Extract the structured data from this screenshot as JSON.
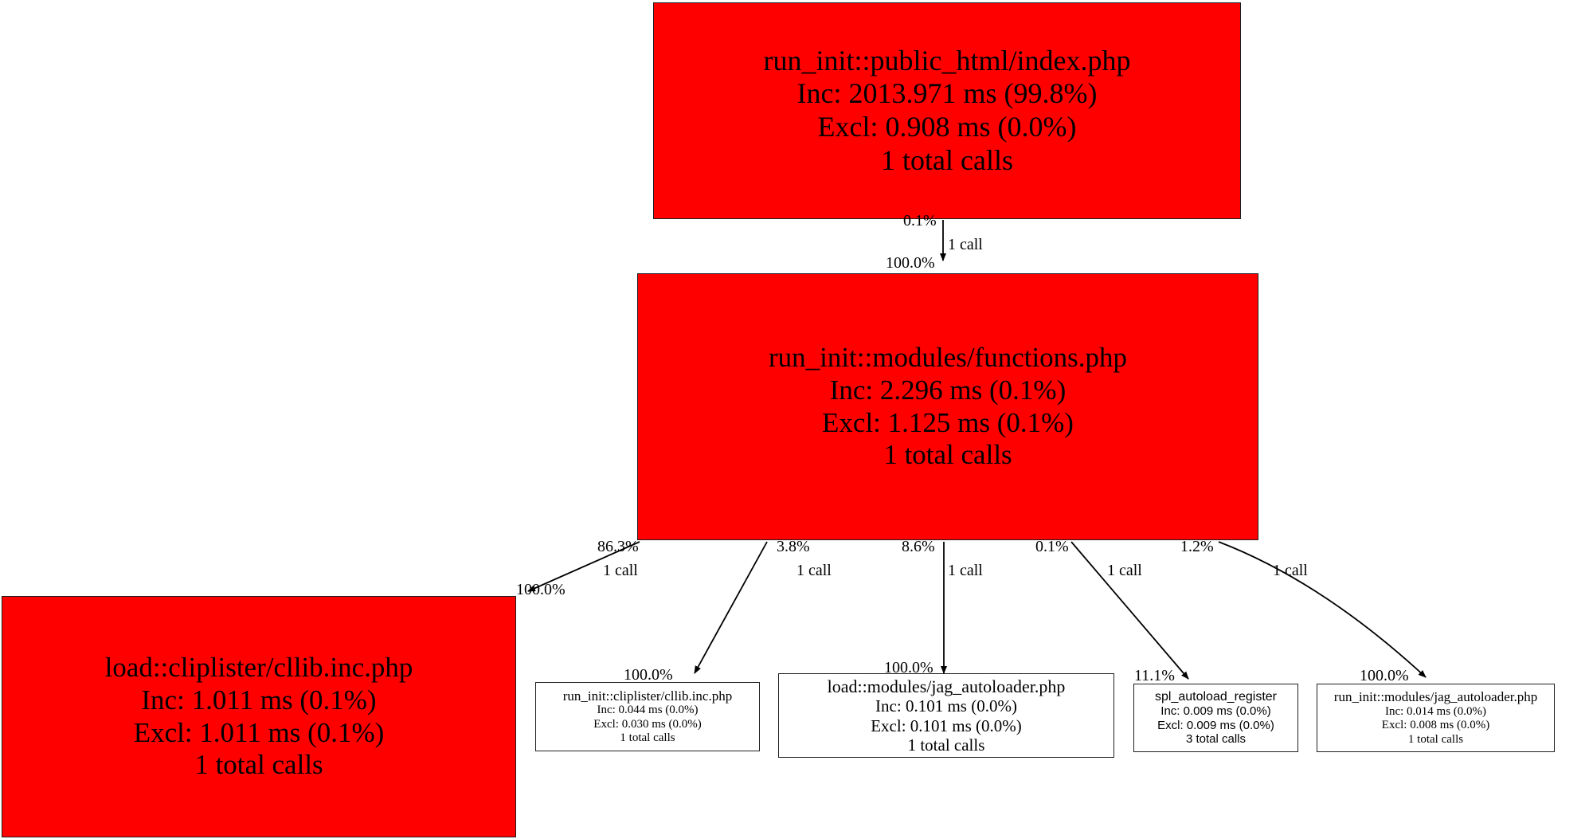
{
  "graph": {
    "type": "call-graph",
    "title": "PHP profiler call graph",
    "background": "#ffffff",
    "hot_node_color": "#ff0000",
    "cold_node_color": "#ffffff",
    "border_color": "#1f1f1f",
    "text_color": "#000000"
  },
  "nodes": [
    {
      "id": "index",
      "name": "run_init::public_html/index.php",
      "inc": "Inc: 2013.971 ms (99.8%)",
      "excl": "Excl: 0.908 ms (0.0%)",
      "calls": "1 total calls",
      "inc_ms": 2013.971,
      "inc_pct": 99.8,
      "excl_ms": 0.908,
      "excl_pct": 0.0,
      "total_calls": 1,
      "style": "hot"
    },
    {
      "id": "functions",
      "name": "run_init::modules/functions.php",
      "inc": "Inc: 2.296 ms (0.1%)",
      "excl": "Excl: 1.125 ms (0.1%)",
      "calls": "1 total calls",
      "inc_ms": 2.296,
      "inc_pct": 0.1,
      "excl_ms": 1.125,
      "excl_pct": 0.1,
      "total_calls": 1,
      "style": "hot"
    },
    {
      "id": "load_cllib",
      "name": "load::cliplister/cllib.inc.php",
      "inc": "Inc: 1.011 ms (0.1%)",
      "excl": "Excl: 1.011 ms (0.1%)",
      "calls": "1 total calls",
      "inc_ms": 1.011,
      "inc_pct": 0.1,
      "excl_ms": 1.011,
      "excl_pct": 0.1,
      "total_calls": 1,
      "style": "hot"
    },
    {
      "id": "runinit_cllib",
      "name": "run_init::cliplister/cllib.inc.php",
      "inc": "Inc: 0.044 ms (0.0%)",
      "excl": "Excl: 0.030 ms (0.0%)",
      "calls": "1 total calls",
      "inc_ms": 0.044,
      "inc_pct": 0.0,
      "excl_ms": 0.03,
      "excl_pct": 0.0,
      "total_calls": 1,
      "style": "cold"
    },
    {
      "id": "load_jag",
      "name": "load::modules/jag_autoloader.php",
      "inc": "Inc: 0.101 ms (0.0%)",
      "excl": "Excl: 0.101 ms (0.0%)",
      "calls": "1 total calls",
      "inc_ms": 0.101,
      "inc_pct": 0.0,
      "excl_ms": 0.101,
      "excl_pct": 0.0,
      "total_calls": 1,
      "style": "cold"
    },
    {
      "id": "spl_autoload_register",
      "name": "spl_autoload_register",
      "inc": "Inc: 0.009 ms (0.0%)",
      "excl": "Excl: 0.009 ms (0.0%)",
      "calls": "3 total calls",
      "inc_ms": 0.009,
      "inc_pct": 0.0,
      "excl_ms": 0.009,
      "excl_pct": 0.0,
      "total_calls": 3,
      "style": "cold"
    },
    {
      "id": "runinit_jag",
      "name": "run_init::modules/jag_autoloader.php",
      "inc": "Inc: 0.014 ms (0.0%)",
      "excl": "Excl: 0.008 ms (0.0%)",
      "calls": "1 total calls",
      "inc_ms": 0.014,
      "inc_pct": 0.0,
      "excl_ms": 0.008,
      "excl_pct": 0.0,
      "total_calls": 1,
      "style": "cold"
    }
  ],
  "edges": [
    {
      "id": "e_index_functions",
      "from": "index",
      "to": "functions",
      "source_pct": "0.1%",
      "calls": "1 call",
      "target_pct": "100.0%"
    },
    {
      "id": "e_functions_loadcllib",
      "from": "functions",
      "to": "load_cllib",
      "source_pct": "86.3%",
      "calls": "1 call",
      "target_pct": "100.0%"
    },
    {
      "id": "e_functions_runinitcllib",
      "from": "functions",
      "to": "runinit_cllib",
      "source_pct": "3.8%",
      "calls": "1 call",
      "target_pct": "100.0%"
    },
    {
      "id": "e_functions_loadjag",
      "from": "functions",
      "to": "load_jag",
      "source_pct": "8.6%",
      "calls": "1 call",
      "target_pct": "100.0%"
    },
    {
      "id": "e_functions_spl",
      "from": "functions",
      "to": "spl_autoload_register",
      "source_pct": "0.1%",
      "calls": "1 call",
      "target_pct": "11.1%"
    },
    {
      "id": "e_functions_runinitjag",
      "from": "functions",
      "to": "runinit_jag",
      "source_pct": "1.2%",
      "calls": "1 call",
      "target_pct": "100.0%"
    }
  ]
}
